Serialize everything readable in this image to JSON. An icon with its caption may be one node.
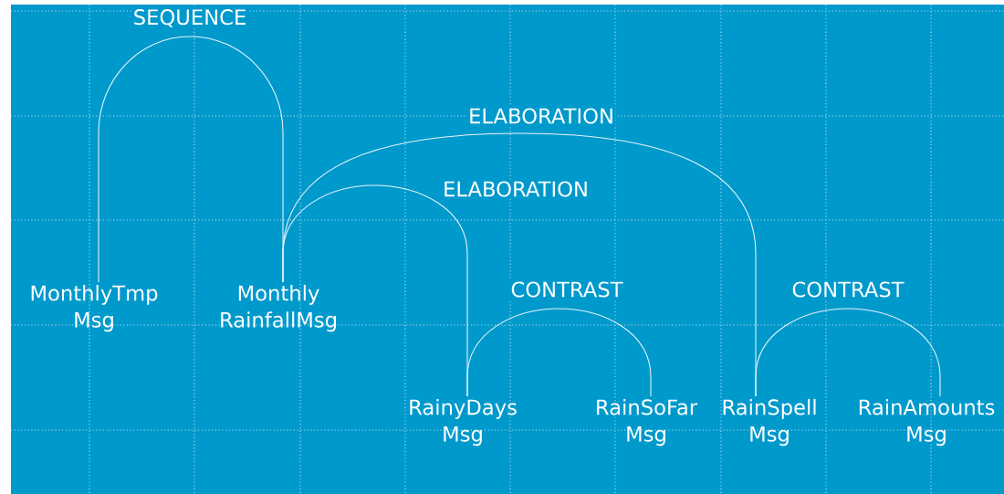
{
  "diagram": {
    "nodes": [
      {
        "text": [
          "MonthlyTmp Msg"
        ]
      },
      {
        "text": [
          "Monthly RainfallMsg"
        ]
      },
      {
        "text": [
          "RainyDays Msg"
        ]
      },
      {
        "text": [
          "RainSoFar Msg"
        ]
      },
      {
        "text": [
          "RainSpell Msg"
        ]
      },
      {
        "text": [
          "RainAmounts Msg"
        ]
      }
    ],
    "edges": [
      {
        "from": 0,
        "to": 1,
        "arrow": "none",
        "label": "SEQUENCE"
      },
      {
        "from": 1,
        "to": 4,
        "arrow": "none",
        "label": "ELABORATION"
      },
      {
        "from": 1,
        "to": 2,
        "arrow": "none",
        "label": "ELABORATION"
      },
      {
        "from": 2,
        "to": 3,
        "arrow": "none",
        "label": "CONTRAST"
      },
      {
        "from": 4,
        "to": 5,
        "arrow": "none",
        "label": "CONTRAST"
      }
    ]
  }
}
